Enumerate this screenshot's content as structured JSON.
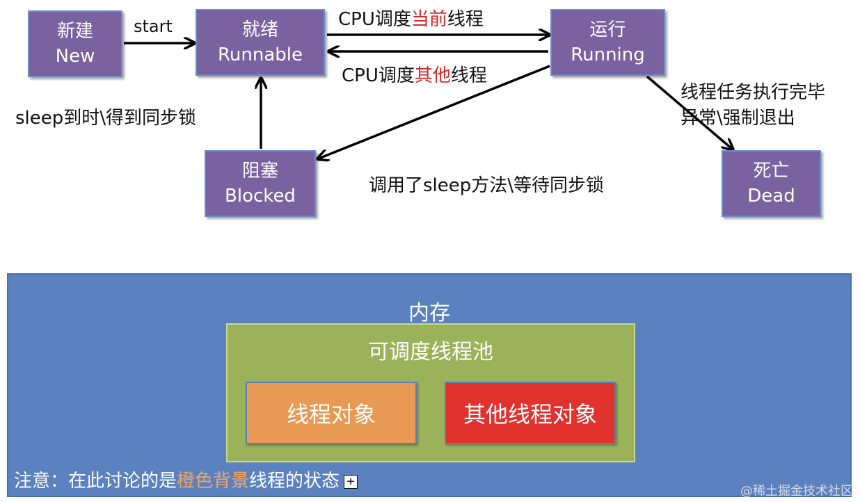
{
  "states": {
    "new": {
      "cn": "新建",
      "en": "New"
    },
    "runnable": {
      "cn": "就绪",
      "en": "Runnable"
    },
    "running": {
      "cn": "运行",
      "en": "Running"
    },
    "blocked": {
      "cn": "阻塞",
      "en": "Blocked"
    },
    "dead": {
      "cn": "死亡",
      "en": "Dead"
    }
  },
  "transitions": {
    "start": "start",
    "sched_current": {
      "pre": "CPU调度",
      "hl": "当前",
      "post": "线程"
    },
    "sched_other": {
      "pre": "CPU调度",
      "hl": "其他",
      "post": "线程"
    },
    "wake": "sleep到时\\得到同步锁",
    "block": "调用了sleep方法\\等待同步锁",
    "finish_line1": "线程任务执行完毕",
    "finish_line2": "异常\\强制退出"
  },
  "memory": {
    "title": "内存",
    "pool_title": "可调度线程池",
    "thread_object": "线程对象",
    "other_thread_object": "其他线程对象",
    "note": {
      "pre": "注意：在此讨论的是",
      "hl": "橙色背景",
      "post": "线程的状态"
    },
    "note_icon": "plus-box-icon"
  },
  "colors": {
    "state_fill": "#7a62a0",
    "memory_fill": "#5b82bf",
    "pool_fill": "#9bb25a",
    "thread_object_fill": "#e89a55",
    "other_object_fill": "#e2322e",
    "highlight_text": "#d42b2b"
  },
  "watermark": "@稀土掘金技术社区"
}
